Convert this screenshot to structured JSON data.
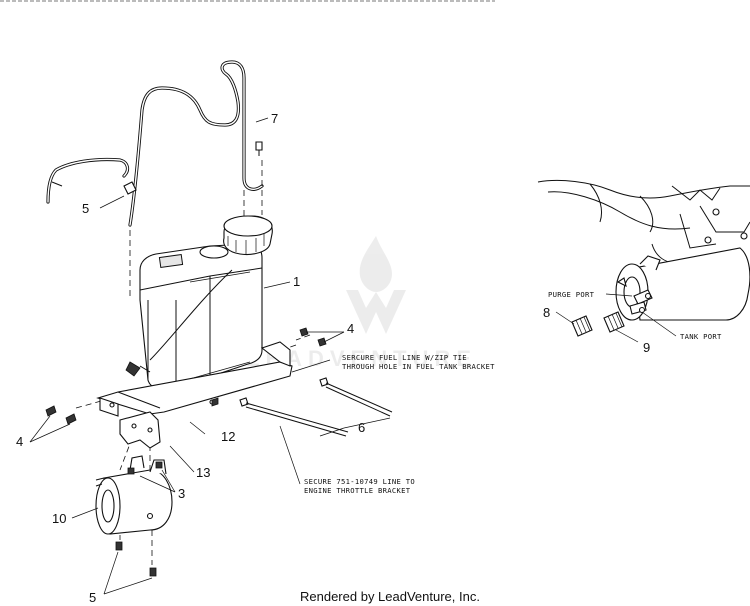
{
  "callouts": {
    "c1": "1",
    "c3": "3",
    "c4a": "4",
    "c4b": "4",
    "c5a": "5",
    "c5b": "5",
    "c6": "6",
    "c7": "7",
    "c8": "8",
    "c9": "9",
    "c10": "10",
    "c12": "12",
    "c13": "13"
  },
  "notes": {
    "zip_tie_line1": "SERCURE FUEL LINE W/ZIP TIE",
    "zip_tie_line2": "THROUGH HOLE IN FUEL TANK BRACKET",
    "throttle_line1": "SECURE 751-10749 LINE TO",
    "throttle_line2": "ENGINE THROTTLE BRACKET",
    "purge_port": "PURGE PORT",
    "tank_port": "TANK PORT"
  },
  "footer": "Rendered by LeadVenture, Inc."
}
